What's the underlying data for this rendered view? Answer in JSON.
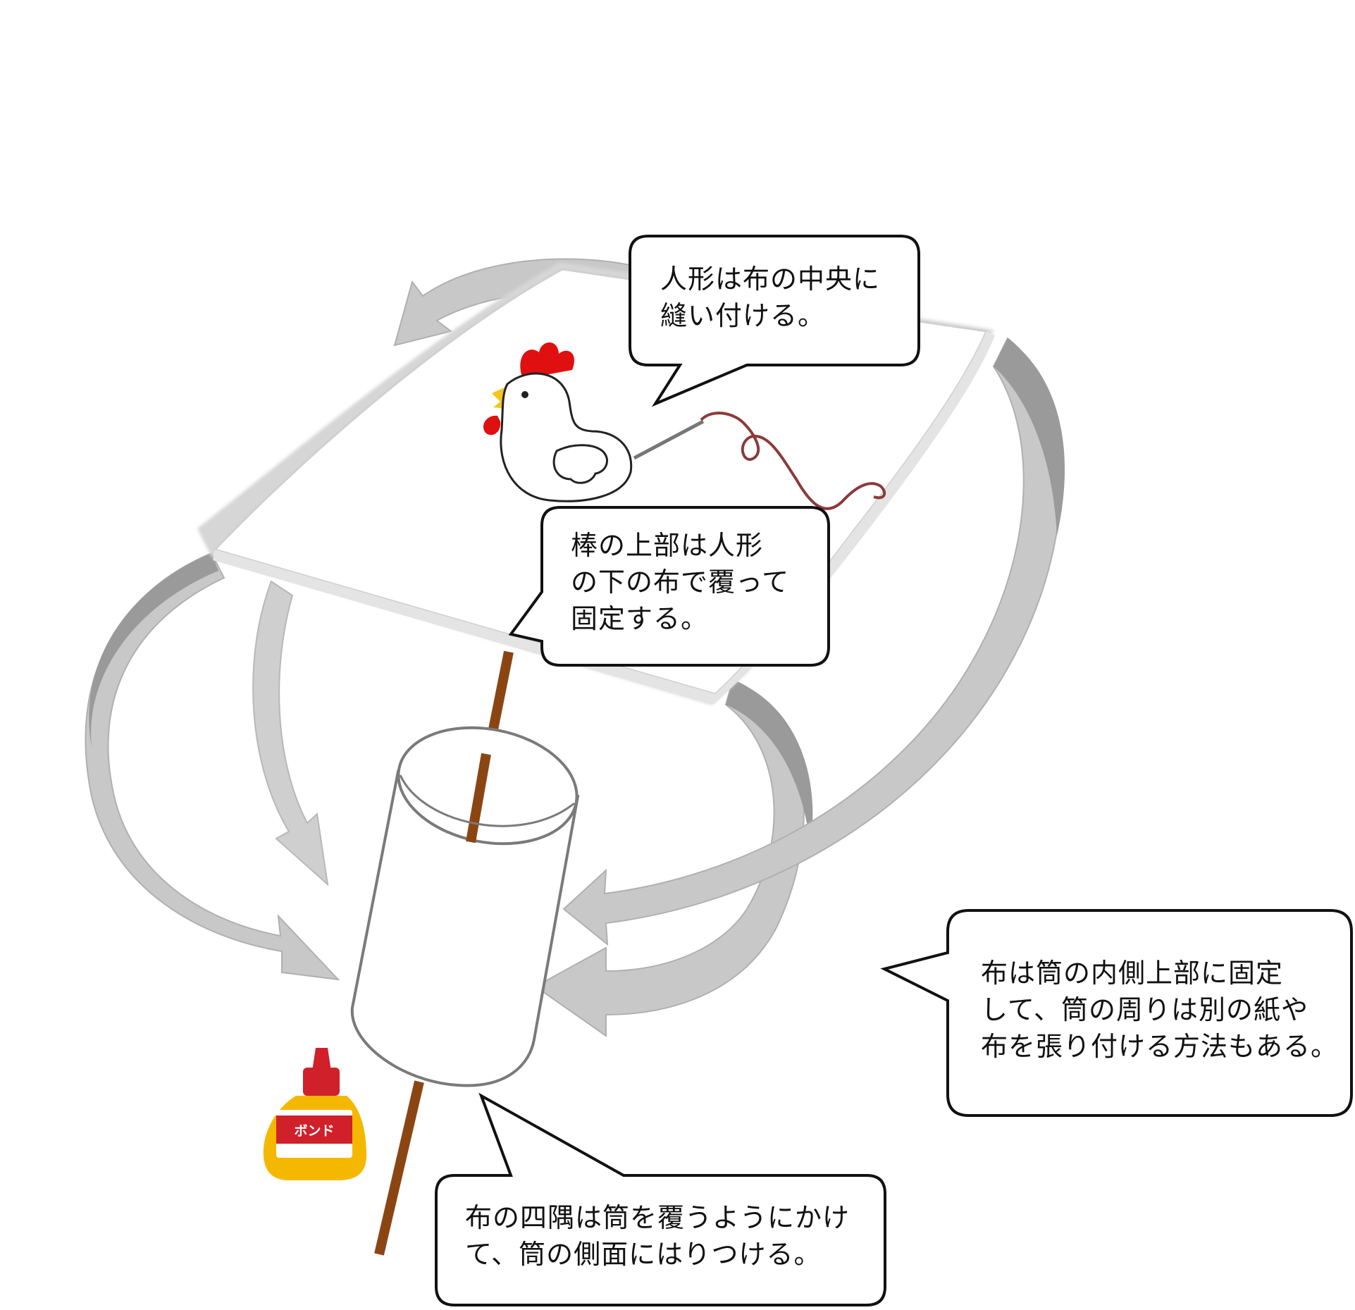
{
  "callouts": {
    "doll": "人形は布の中央に\n縫い付ける。",
    "stick_top": "棒の上部は人形\nの下の布で覆って\n固定する。",
    "inner_fix": "布は筒の内側上部に固定\nして、筒の周りは別の紙や\n布を張り付ける方法もある。",
    "corners": "布の四隅は筒を覆うようにかけ\nて、筒の側面にはりつける。"
  },
  "glue_bottle": {
    "label": "ボンド"
  },
  "icons": [
    "chicken-doll-icon",
    "needle-thread-icon",
    "glue-bottle-icon"
  ],
  "colors": {
    "stick": "#8B4513",
    "arrow": "#c8c8c8",
    "arrow_dark": "#9a9a9a",
    "comb": "#e01010",
    "beak": "#f5c518",
    "thread": "#8b3a3a",
    "bottle": "#f5b800",
    "bottle_label": "#d0202a"
  }
}
